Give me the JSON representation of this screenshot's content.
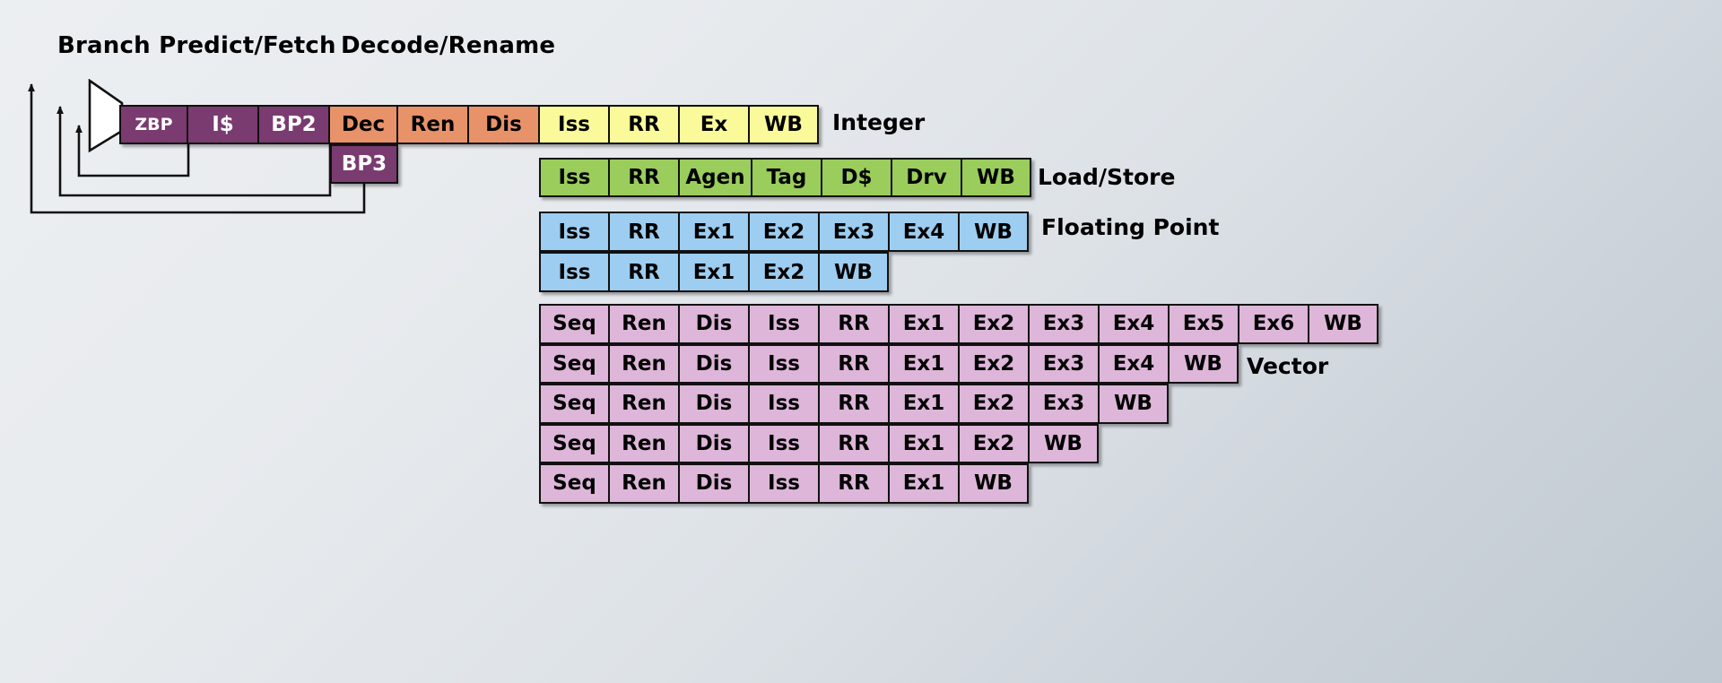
{
  "titles": {
    "branch_predict_fetch": "Branch Predict/Fetch",
    "decode_rename": "Decode/Rename"
  },
  "unit_labels": {
    "integer": "Integer",
    "load_store": "Load/Store",
    "floating_point": "Floating Point",
    "vector": "Vector"
  },
  "colors": {
    "purple": "#7a3b70",
    "orange": "#e8926a",
    "yellow": "#fafa9b",
    "green": "#9acd5c",
    "blue": "#9dcdf0",
    "pink": "#ddb6d9",
    "outline": "#111111",
    "background_light": "#eceff1",
    "background_dark": "#bfc8d1"
  },
  "frontend": {
    "cells": [
      {
        "label": "ZBP",
        "color": "purple",
        "width": 76,
        "small": true
      },
      {
        "label": "I$",
        "color": "purple",
        "width": 79
      },
      {
        "label": "BP2",
        "color": "purple",
        "width": 79
      },
      {
        "label": "Dec",
        "color": "orange",
        "width": 76
      },
      {
        "label": "Ren",
        "color": "orange",
        "width": 79
      },
      {
        "label": "Dis",
        "color": "orange",
        "width": 79
      },
      {
        "label": "Iss",
        "color": "yellow",
        "width": 78
      },
      {
        "label": "RR",
        "color": "yellow",
        "width": 78
      },
      {
        "label": "Ex",
        "color": "yellow",
        "width": 78
      },
      {
        "label": "WB",
        "color": "yellow",
        "width": 78
      }
    ]
  },
  "bp3": {
    "label": "BP3",
    "color": "purple"
  },
  "mux": {
    "name": "branch-target-mux",
    "inputs": 3
  },
  "pipelines": {
    "integer": {
      "name": "Integer",
      "color": "yellow",
      "stages": [
        "Iss",
        "RR",
        "Ex",
        "WB"
      ]
    },
    "load_store": {
      "name": "Load/Store",
      "color": "green",
      "stages": [
        "Iss",
        "RR",
        "Agen",
        "Tag",
        "D$",
        "Drv",
        "WB"
      ]
    },
    "floating_point": {
      "name": "Floating Point",
      "color": "blue",
      "rows": [
        [
          "Iss",
          "RR",
          "Ex1",
          "Ex2",
          "Ex3",
          "Ex4",
          "WB"
        ],
        [
          "Iss",
          "RR",
          "Ex1",
          "Ex2",
          "WB"
        ]
      ]
    },
    "vector": {
      "name": "Vector",
      "color": "pink",
      "rows": [
        [
          "Seq",
          "Ren",
          "Dis",
          "Iss",
          "RR",
          "Ex1",
          "Ex2",
          "Ex3",
          "Ex4",
          "Ex5",
          "Ex6",
          "WB"
        ],
        [
          "Seq",
          "Ren",
          "Dis",
          "Iss",
          "RR",
          "Ex1",
          "Ex2",
          "Ex3",
          "Ex4",
          "WB"
        ],
        [
          "Seq",
          "Ren",
          "Dis",
          "Iss",
          "RR",
          "Ex1",
          "Ex2",
          "Ex3",
          "WB"
        ],
        [
          "Seq",
          "Ren",
          "Dis",
          "Iss",
          "RR",
          "Ex1",
          "Ex2",
          "WB"
        ],
        [
          "Seq",
          "Ren",
          "Dis",
          "Iss",
          "RR",
          "Ex1",
          "WB"
        ]
      ]
    }
  }
}
